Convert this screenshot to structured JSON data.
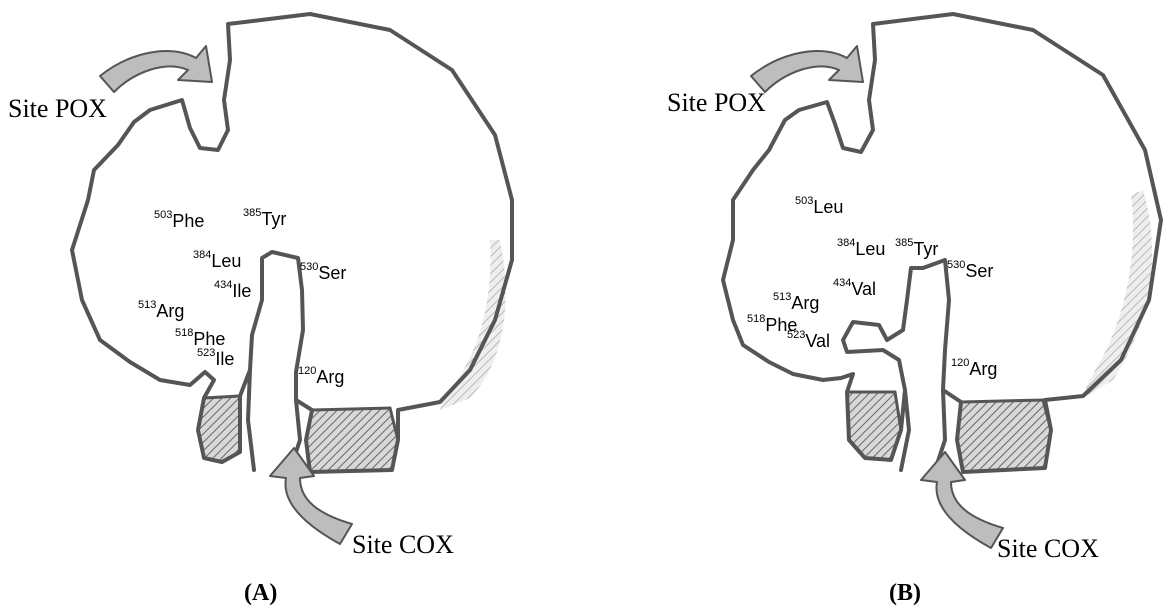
{
  "panels": [
    {
      "label": "(A)",
      "site_top": "Site POX",
      "site_bottom": "Site COX",
      "residues": [
        {
          "num": "503",
          "name": "Phe"
        },
        {
          "num": "385",
          "name": "Tyr"
        },
        {
          "num": "384",
          "name": "Leu"
        },
        {
          "num": "530",
          "name": "Ser"
        },
        {
          "num": "434",
          "name": "Ile"
        },
        {
          "num": "513",
          "name": "Arg"
        },
        {
          "num": "518",
          "name": "Phe"
        },
        {
          "num": "523",
          "name": "Ile"
        },
        {
          "num": "120",
          "name": "Arg"
        }
      ]
    },
    {
      "label": "(B)",
      "site_top": "Site POX",
      "site_bottom": "Site COX",
      "residues": [
        {
          "num": "503",
          "name": "Leu"
        },
        {
          "num": "385",
          "name": "Tyr"
        },
        {
          "num": "384",
          "name": "Leu"
        },
        {
          "num": "530",
          "name": "Ser"
        },
        {
          "num": "434",
          "name": "Val"
        },
        {
          "num": "513",
          "name": "Arg"
        },
        {
          "num": "518",
          "name": "Phe"
        },
        {
          "num": "523",
          "name": "Val"
        },
        {
          "num": "120",
          "name": "Arg"
        }
      ]
    }
  ]
}
